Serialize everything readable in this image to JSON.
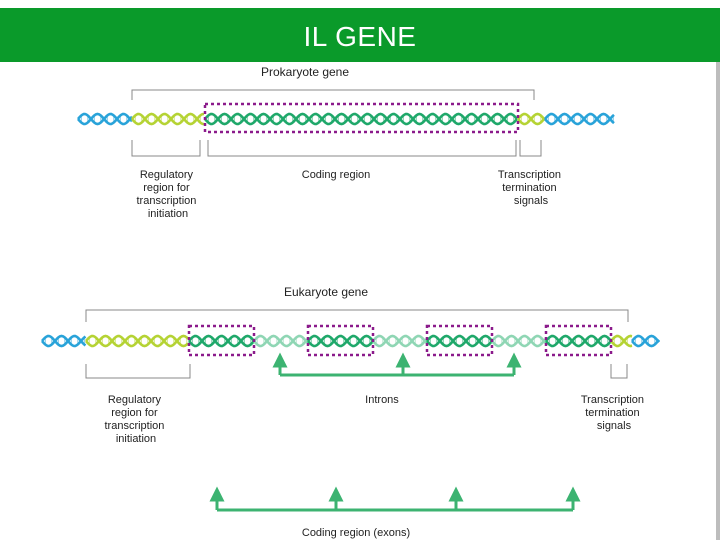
{
  "title": "IL GENE",
  "prokaryote": {
    "heading": "Prokaryote gene",
    "regulatory": [
      "Regulatory",
      "region for",
      "transcription",
      "initiation"
    ],
    "coding": "Coding region",
    "termination": [
      "Transcription",
      "termination",
      "signals"
    ]
  },
  "eukaryote": {
    "heading": "Eukaryote gene",
    "regulatory": [
      "Regulatory",
      "region for",
      "transcription",
      "initiation"
    ],
    "introns": "Introns",
    "termination": [
      "Transcription",
      "termination",
      "signals"
    ],
    "exons": "Coding region (exons)"
  },
  "colors": {
    "title_bg": "#0a9a2a",
    "regulatory_dna": "#29a3d9",
    "promoter_dna": "#b5d334",
    "coding_dna": "#1fa86a",
    "intron_dna": "#8fd6b4",
    "exon_box": "#8b1a8b",
    "arrow": "#3cb371"
  }
}
